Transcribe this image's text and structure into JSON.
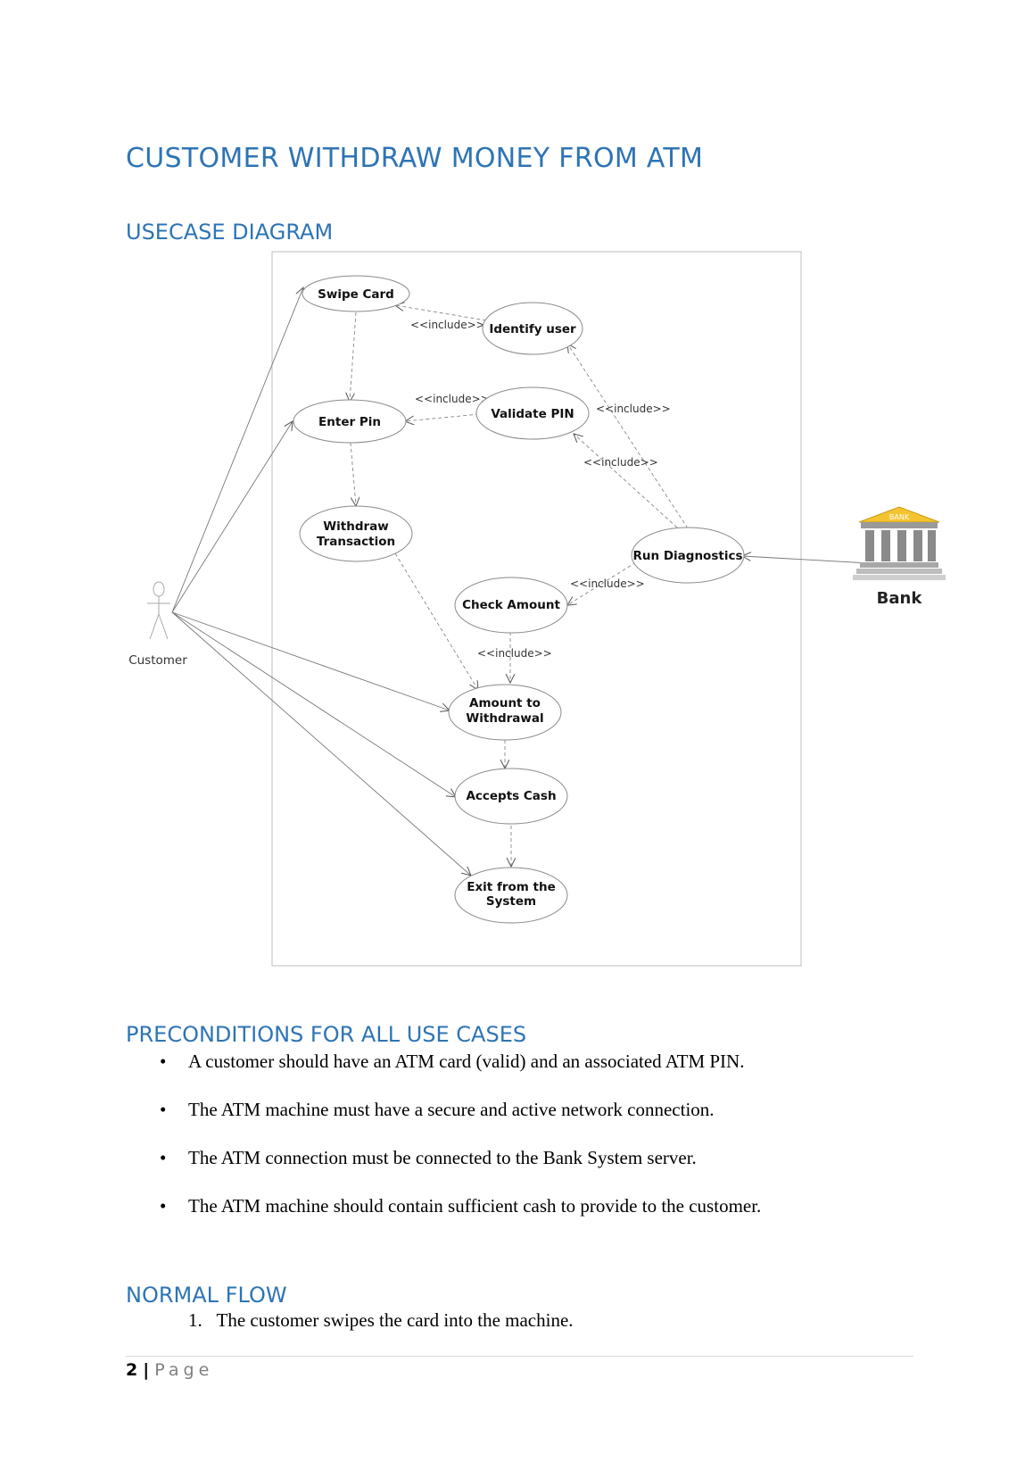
{
  "document": {
    "title": "CUSTOMER WITHDRAW MONEY FROM ATM",
    "sections": {
      "usecase": {
        "heading": "USECASE DIAGRAM"
      },
      "preconditions": {
        "heading": "PRECONDITIONS FOR ALL USE CASES",
        "items": [
          "A customer should have an ATM card (valid) and an associated ATM PIN.",
          "The ATM machine must have a secure and active network connection.",
          "The ATM connection must be connected to the Bank System server.",
          "The ATM machine should contain sufficient cash to provide to the customer."
        ]
      },
      "normal_flow": {
        "heading": "NORMAL FLOW",
        "steps": [
          "1.",
          "The customer swipes the card into the machine."
        ]
      }
    },
    "footer": {
      "page_number": "2",
      "separator": "|",
      "page_label": "Page"
    }
  },
  "diagram": {
    "actors": {
      "customer": "Customer",
      "bank": "Bank",
      "bank_sign": "BANK"
    },
    "use_cases": {
      "swipe_card": "Swipe Card",
      "identify_user": "Identify user",
      "enter_pin": "Enter Pin",
      "validate_pin": "Validate PIN",
      "withdraw_transaction_1": "Withdraw",
      "withdraw_transaction_2": "Transaction",
      "run_diagnostics": "Run Diagnostics",
      "check_amount": "Check Amount",
      "amount_withdrawal_1": "Amount to",
      "amount_withdrawal_2": "Withdrawal",
      "accepts_cash": "Accepts Cash",
      "exit_system_1": "Exit from the",
      "exit_system_2": "System"
    },
    "include_label": "<<include>>",
    "colors": {
      "heading": "#2e74b5",
      "roof": "#f4c430",
      "pillar": "#8a8a8a"
    }
  }
}
